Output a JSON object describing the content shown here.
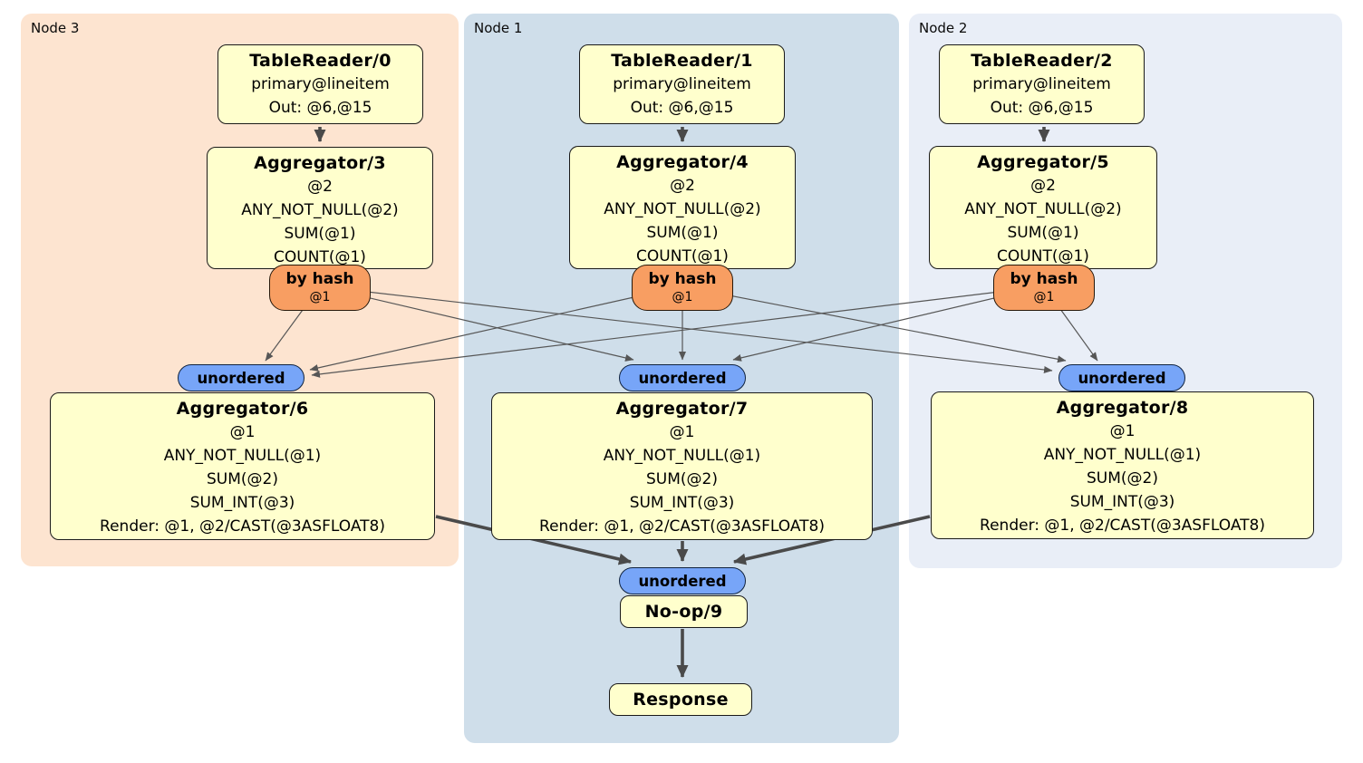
{
  "colors": {
    "node3_bg": "#fde4d0",
    "node1_bg": "#cfdeea",
    "node2_bg": "#e9eef7",
    "processor_fill": "#ffffcd",
    "hash_router_fill": "#f89e62",
    "unordered_sync_fill": "#77a5f8",
    "edge_thin": "#565656",
    "edge_thick": "#4a4a4a"
  },
  "regions": [
    {
      "id": "node3",
      "label": "Node 3"
    },
    {
      "id": "node1",
      "label": "Node 1"
    },
    {
      "id": "node2",
      "label": "Node 2"
    }
  ],
  "processors": {
    "tr0": {
      "title": "TableReader/0",
      "lines": [
        "primary@lineitem",
        "Out: @6,@15"
      ]
    },
    "agg3": {
      "title": "Aggregator/3",
      "lines": [
        "@2",
        "ANY_NOT_NULL(@2)",
        "SUM(@1)",
        "COUNT(@1)"
      ]
    },
    "tr1": {
      "title": "TableReader/1",
      "lines": [
        "primary@lineitem",
        "Out: @6,@15"
      ]
    },
    "agg4": {
      "title": "Aggregator/4",
      "lines": [
        "@2",
        "ANY_NOT_NULL(@2)",
        "SUM(@1)",
        "COUNT(@1)"
      ]
    },
    "tr2": {
      "title": "TableReader/2",
      "lines": [
        "primary@lineitem",
        "Out: @6,@15"
      ]
    },
    "agg5": {
      "title": "Aggregator/5",
      "lines": [
        "@2",
        "ANY_NOT_NULL(@2)",
        "SUM(@1)",
        "COUNT(@1)"
      ]
    },
    "agg6": {
      "title": "Aggregator/6",
      "lines": [
        "@1",
        "ANY_NOT_NULL(@1)",
        "SUM(@2)",
        "SUM_INT(@3)",
        "Render: @1, @2/CAST(@3ASFLOAT8)"
      ]
    },
    "agg7": {
      "title": "Aggregator/7",
      "lines": [
        "@1",
        "ANY_NOT_NULL(@1)",
        "SUM(@2)",
        "SUM_INT(@3)",
        "Render: @1, @2/CAST(@3ASFLOAT8)"
      ]
    },
    "agg8": {
      "title": "Aggregator/8",
      "lines": [
        "@1",
        "ANY_NOT_NULL(@1)",
        "SUM(@2)",
        "SUM_INT(@3)",
        "Render: @1, @2/CAST(@3ASFLOAT8)"
      ]
    },
    "noop": {
      "title": "No-op/9"
    },
    "response": {
      "title": "Response"
    }
  },
  "routers": {
    "by_hash": {
      "label": "by hash",
      "sub": "@1"
    },
    "unordered": {
      "label": "unordered"
    }
  }
}
